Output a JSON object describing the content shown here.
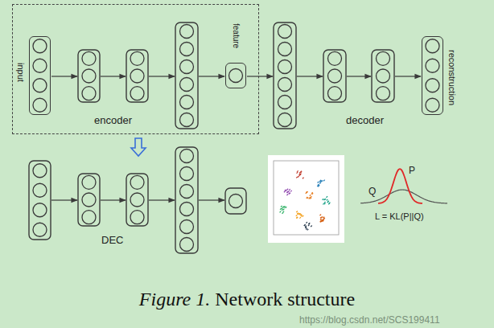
{
  "diagram": {
    "caption": "Figure 1. Network structure",
    "nodes": [
      {
        "text": [
          "encoder"
        ]
      },
      {
        "text": [
          "input"
        ],
        "in": 0
      },
      {
        "text": [
          "feature"
        ],
        "in": 0
      },
      {
        "text": [
          "reconstruction"
        ]
      }
    ],
    "labels": [
      "decoder",
      "DEC",
      "P",
      "Q",
      "L = KL(P||Q)",
      "https://blog.csdn.net/SCS199411"
    ]
  }
}
